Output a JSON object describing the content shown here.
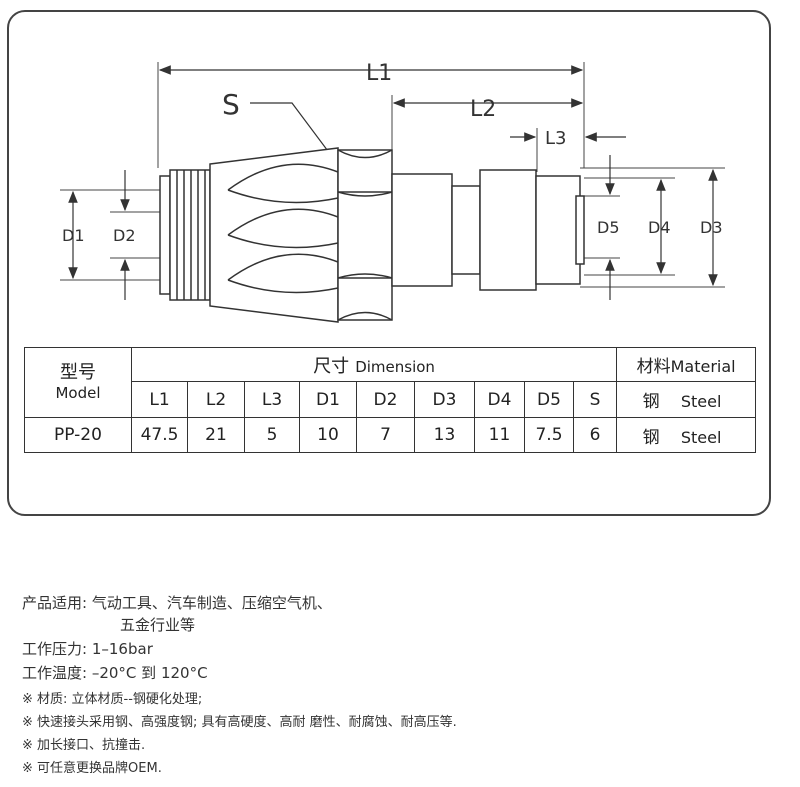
{
  "drawing": {
    "labels": {
      "L1": "L1",
      "L2": "L2",
      "L3": "L3",
      "S": "S",
      "D1": "D1",
      "D2": "D2",
      "D3": "D3",
      "D4": "D4",
      "D5": "D5"
    }
  },
  "table": {
    "model_header_cn": "型号",
    "model_header_en": "Model",
    "dimension_header_cn": "尺寸",
    "dimension_header_en": "Dimension",
    "material_header_cn": "材料",
    "material_header_en": "Material",
    "columns": [
      "L1",
      "L2",
      "L3",
      "D1",
      "D2",
      "D3",
      "D4",
      "D5",
      "S"
    ],
    "header_material_cn": "钢",
    "header_material_en": "Steel",
    "rows": [
      {
        "model": "PP-20",
        "values": [
          "47.5",
          "21",
          "5",
          "10",
          "7",
          "13",
          "11",
          "7.5",
          "6"
        ],
        "material_cn": "钢",
        "material_en": "Steel"
      }
    ]
  },
  "notes": {
    "application_label": "产品适用:",
    "application_line1": "气动工具、汽车制造、压缩空气机、",
    "application_line2": "五金行业等",
    "pressure_label": "工作压力:",
    "pressure_value": "1–16bar",
    "temperature_label": "工作温度:",
    "temperature_value": "–20°C 到 120°C",
    "bullet1": "※ 材质: 立体材质--钢硬化处理;",
    "bullet2": "※ 快速接头采用钢、高强度钢; 具有高硬度、高耐 磨性、耐腐蚀、耐高压等.",
    "bullet3": "※ 加长接口、抗撞击.",
    "bullet4": "※ 可任意更换品牌OEM."
  }
}
